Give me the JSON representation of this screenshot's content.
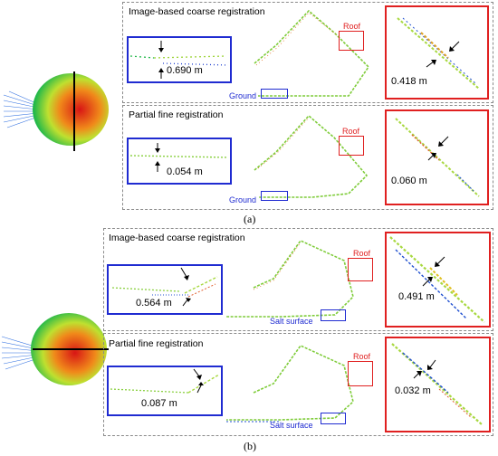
{
  "colors": {
    "blue_box": "#1f2bd1",
    "red_box": "#e02020",
    "dash": "#8a8a8a"
  },
  "figure_a": {
    "label": "(a)",
    "coarse": {
      "title": "Image-based coarse registration",
      "ground_measure": "0.690 m",
      "roof_measure": "0.418 m",
      "roof_label": "Roof",
      "ground_label": "Ground"
    },
    "fine": {
      "title": "Partial fine registration",
      "ground_measure": "0.054 m",
      "roof_measure": "0.060 m",
      "roof_label": "Roof",
      "ground_label": "Ground"
    }
  },
  "figure_b": {
    "label": "(b)",
    "coarse": {
      "title": "Image-based coarse registration",
      "ground_measure": "0.564 m",
      "roof_measure": "0.491 m",
      "roof_label": "Roof",
      "ground_label": "Salt surface"
    },
    "fine": {
      "title": "Partial fine registration",
      "ground_measure": "0.087 m",
      "roof_measure": "0.032 m",
      "roof_label": "Roof",
      "ground_label": "Salt surface"
    }
  },
  "icons": [
    "scanner-cloud-icon",
    "arrow-icon"
  ]
}
